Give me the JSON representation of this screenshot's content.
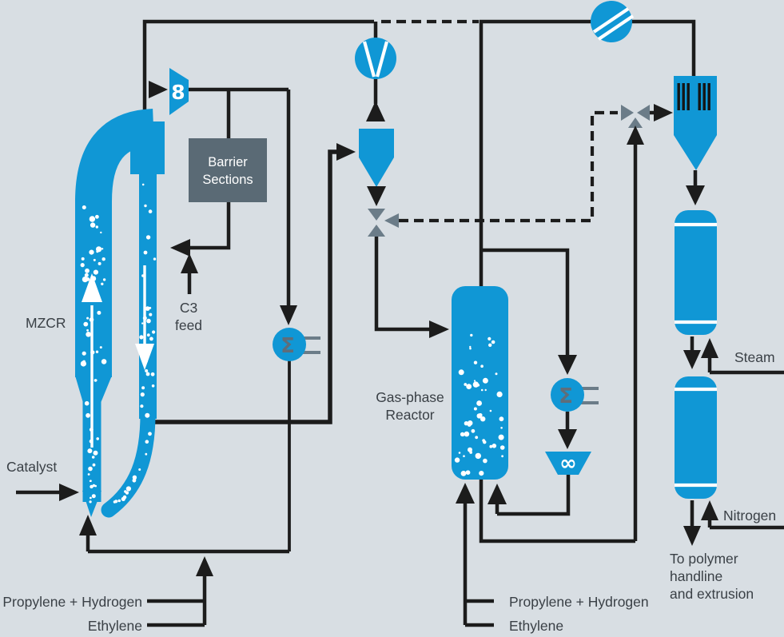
{
  "colors": {
    "background": "#d8dee3",
    "process_blue": "#1097d5",
    "line_black": "#1c1c1c",
    "barrier_box_gray": "#5a6a75",
    "valve_gray": "#6b7c88",
    "label_text": "#3a4046"
  },
  "labels": {
    "mzcr": "MZCR",
    "catalyst": "Catalyst",
    "barrier_line1": "Barrier",
    "barrier_line2": "Sections",
    "c3_line1": "C3",
    "c3_line2": "feed",
    "gas_phase_line1": "Gas-phase",
    "gas_phase_line2": "Reactor",
    "steam": "Steam",
    "nitrogen": "Nitrogen",
    "to_polymer_line1": "To polymer",
    "to_polymer_line2": "handline",
    "to_polymer_line3": "and extrusion",
    "left_feed_propylene": "Propylene + Hydrogen",
    "left_feed_ethylene": "Ethylene",
    "right_feed_propylene": "Propylene + Hydrogen",
    "right_feed_ethylene": "Ethylene"
  },
  "icons": {
    "loop_separator_glyph": "8",
    "mzcr_cooler_glyph": "Σ",
    "gas_cooler_glyph": "Σ",
    "mixer_glyph": "∞"
  }
}
